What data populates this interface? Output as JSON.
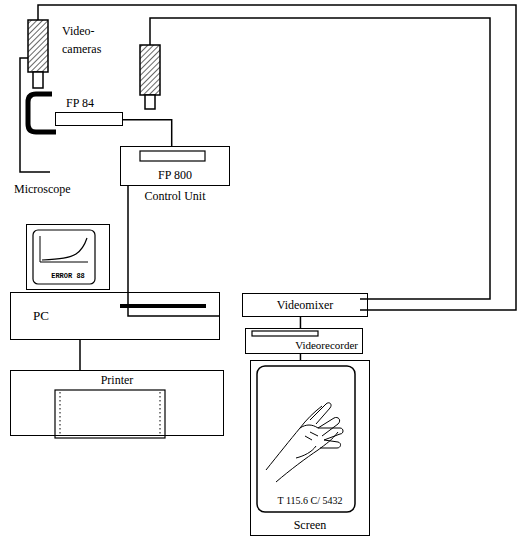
{
  "diagram": {
    "nodes": [
      {
        "text": [
          "FP 84"
        ]
      },
      {
        "text": [
          "FP 800",
          "Control Unit"
        ]
      },
      {
        "text": [
          "ERROR 88"
        ]
      },
      {
        "text": [
          "PC"
        ]
      },
      {
        "text": [
          "Videomixer"
        ]
      },
      {
        "text": [
          "Videorecorder"
        ]
      },
      {
        "text": [
          "Printer"
        ]
      },
      {
        "text": [
          "T 115.6 C/ 5432",
          "Screen"
        ]
      }
    ],
    "edges": [
      {
        "from": 0,
        "to": 1,
        "arrow": "none"
      },
      {
        "from": 1,
        "to": 3,
        "arrow": "none"
      },
      {
        "from": 3,
        "to": 6,
        "arrow": "none"
      },
      {
        "from": 4,
        "to": 5,
        "arrow": "none"
      },
      {
        "from": 5,
        "to": 7,
        "arrow": "none"
      }
    ],
    "labels": [
      "Video-cameras",
      "Microscope"
    ]
  }
}
